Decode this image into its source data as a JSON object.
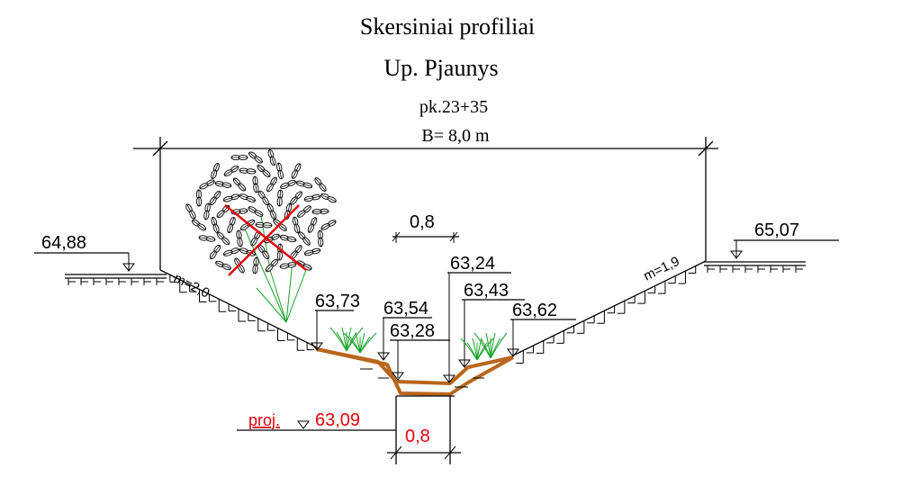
{
  "title": "Skersiniai profiliai",
  "river": "Up. Pjaunys",
  "picket": "pk.23+35",
  "width_label": "B= 8,0 m",
  "dim_top": "0,8",
  "dim_bottom": "0,8",
  "slope_left": "m=2,0",
  "slope_right": "m=1,9",
  "elevations": {
    "left_bank": "64,88",
    "right_bank": "65,07",
    "e1": "63,73",
    "e2": "63,54",
    "e3": "63,28",
    "e4": "63,24",
    "e5": "63,43",
    "e6": "63,62"
  },
  "design": {
    "label": "proj.",
    "value": "63,09"
  },
  "colors": {
    "design": "#e8000b",
    "bed": "#b8661b",
    "vegetation": "#1aa32a",
    "line": "#000000"
  }
}
